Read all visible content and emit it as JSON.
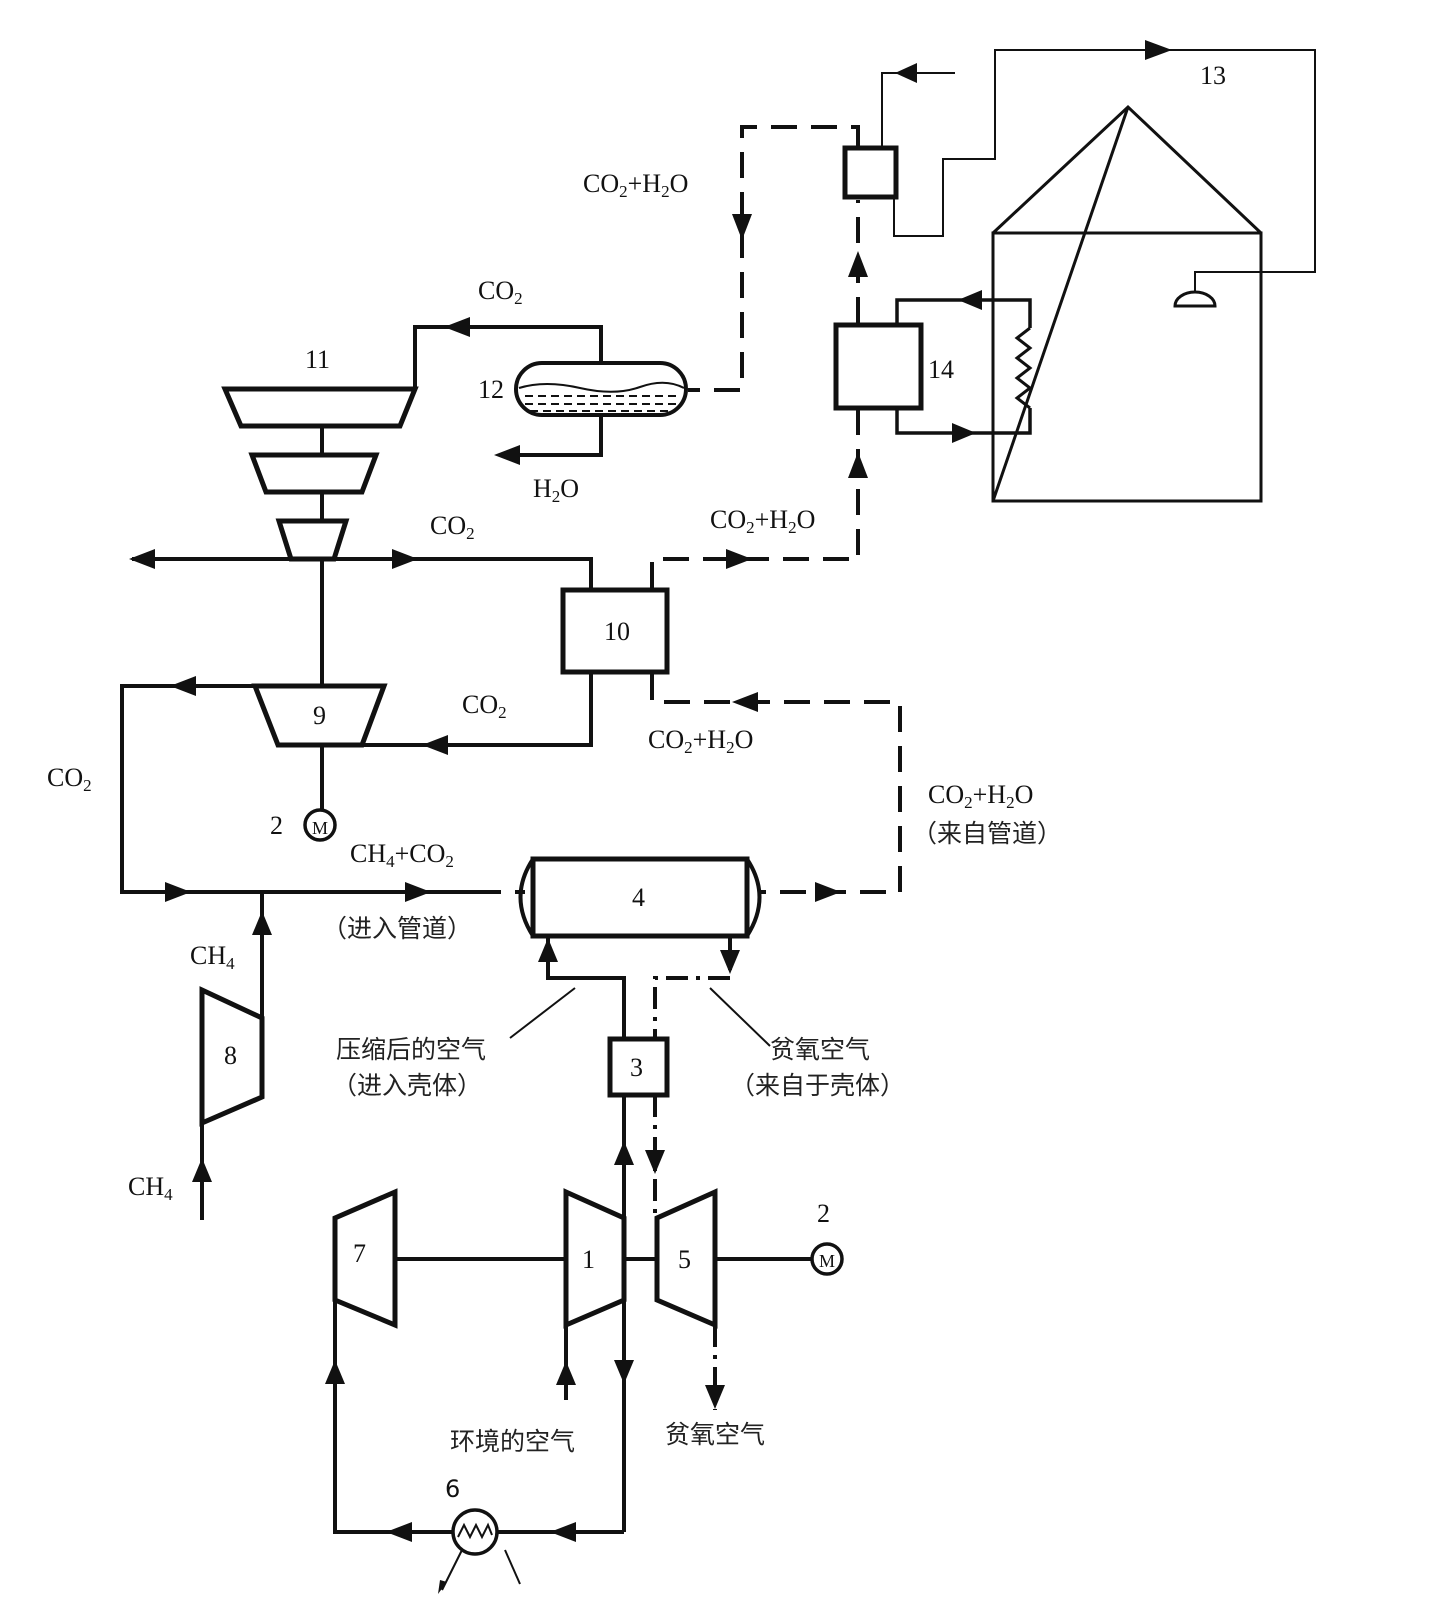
{
  "equipment_numbers": {
    "n1": "1",
    "n2a": "2",
    "n2b": "2",
    "n3": "3",
    "n4": "4",
    "n5": "5",
    "n6": "6",
    "n7": "7",
    "n8": "8",
    "n9": "9",
    "n10": "10",
    "n11": "11",
    "n12": "12",
    "n13": "13",
    "n14": "14"
  },
  "motor_symbol": "M",
  "streams": {
    "co2_h2o_top": {
      "main": "CO",
      "s1": "2",
      "mid": "+H",
      "s2": "2",
      "end": "O"
    },
    "co2_top": {
      "main": "CO",
      "s1": "2"
    },
    "h2o_sep": {
      "main": "H",
      "s1": "2",
      "end": "O"
    },
    "co2_split": {
      "main": "CO",
      "s1": "2"
    },
    "co2_h2o_mid": {
      "main": "CO",
      "s1": "2",
      "mid": "+H",
      "s2": "2",
      "end": "O"
    },
    "co2_to9": {
      "main": "CO",
      "s1": "2"
    },
    "co2_h2o_return": {
      "main": "CO",
      "s1": "2",
      "mid": "+H",
      "s2": "2",
      "end": "O"
    },
    "co2_left": {
      "main": "CO",
      "s1": "2"
    },
    "co2_h2o_from_pipe": {
      "main": "CO",
      "s1": "2",
      "mid": "+H",
      "s2": "2",
      "end": "O",
      "note": "（来自管道）"
    },
    "ch4_co2": {
      "main": "CH",
      "s1": "4",
      "mid": "+CO",
      "s2": "2",
      "note": "（进入管道）"
    },
    "ch4_out": {
      "main": "CH",
      "s1": "4"
    },
    "ch4_in": {
      "main": "CH",
      "s1": "4"
    }
  },
  "annotations": {
    "compressed_air": "压缩后的空气",
    "compressed_air_note": "（进入壳体）",
    "depleted_air_shell": "贫氧空气",
    "depleted_air_shell_note": "（来自于壳体）",
    "ambient_air": "环境的空气",
    "depleted_air_out": "贫氧空气"
  }
}
